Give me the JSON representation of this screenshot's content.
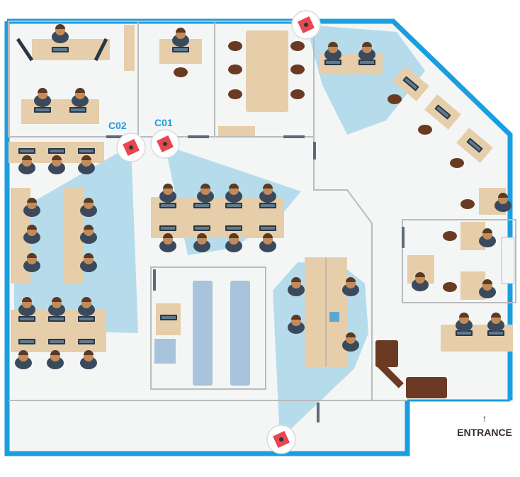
{
  "cameras": [
    {
      "id": "c02",
      "label": "C02"
    },
    {
      "id": "c01",
      "label": "C01"
    },
    {
      "id": "top",
      "label": ""
    },
    {
      "id": "bottom",
      "label": ""
    }
  ],
  "entrance": {
    "label": "ENTRANCE",
    "arrow": "↑"
  },
  "colors": {
    "wall": "#1a9ee0",
    "floor": "#f4f6f6",
    "inner_wall": "#b9bcbc",
    "desk": "#e6ceaa",
    "coverage": "#8ccbe6",
    "camera": "#e8474f",
    "chair": "#6b3a23"
  }
}
